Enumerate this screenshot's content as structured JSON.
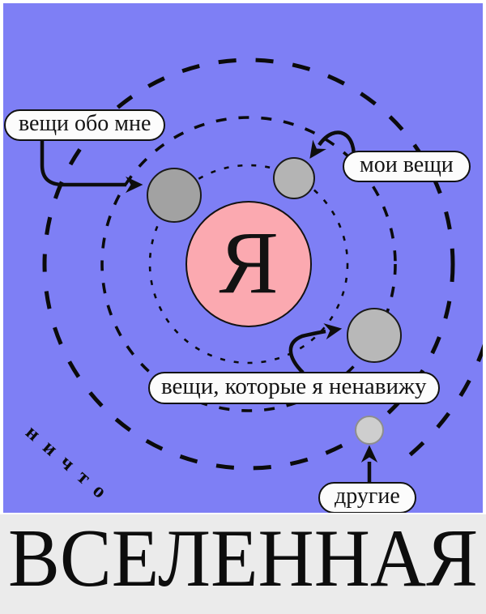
{
  "poster": {
    "background_color": "#7e7ff5",
    "band_color": "#ebebeb",
    "frame_color": "#ffffff",
    "line_color": "#0b0b0b"
  },
  "center": {
    "label": "Я",
    "circle_color": "#fba9b0"
  },
  "callouts": {
    "things_about_me": "вещи обо мне",
    "my_things": "мои вещи",
    "things_i_hate": "вещи, которые я ненавижу",
    "others": "другие"
  },
  "outer_text": {
    "nothing": "ничто"
  },
  "title": "ВСЕЛЕННАЯ",
  "planet_colors": {
    "things_about_me": "#a2a2a2",
    "my_things": "#b4b4b4",
    "things_i_hate": "#b8b8b8",
    "others": "#cecece"
  }
}
